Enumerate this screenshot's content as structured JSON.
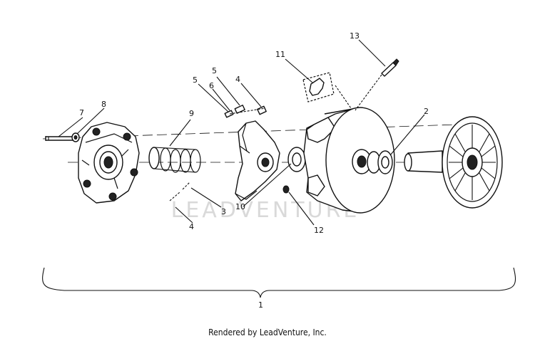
{
  "diagram": {
    "labels": {
      "l1": "1",
      "l2": "2",
      "l3": "3",
      "l4a": "4",
      "l4b": "4",
      "l5a": "5",
      "l5b": "5",
      "l6": "6",
      "l7": "7",
      "l8": "8",
      "l9": "9",
      "l10": "10",
      "l11": "11",
      "l12": "12",
      "l13": "13"
    },
    "watermark": "LEADVENTURE"
  },
  "footer": {
    "text": "Rendered by LeadVenture, Inc."
  }
}
